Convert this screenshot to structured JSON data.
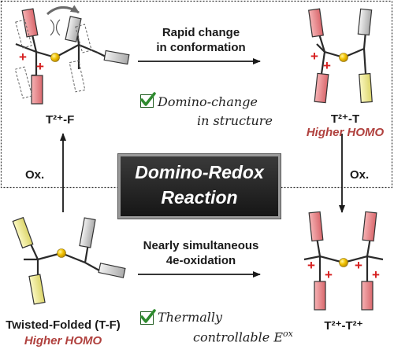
{
  "labels": {
    "top_arrow_line1": "Rapid change",
    "top_arrow_line2": "in conformation",
    "t2f": "T²⁺-F",
    "t2t": "T²⁺-T",
    "t2t_note": "Higher HOMO",
    "domino_note_line1": "Domino-change",
    "domino_note_line2": "in structure",
    "title_line1": "Domino-Redox",
    "title_line2": "Reaction",
    "ox_left": "Ox.",
    "ox_right": "Ox.",
    "bottom_arrow_line1": "Nearly simultaneous",
    "bottom_arrow_line2": "4e-oxidation",
    "tf": "Twisted-Folded (T-F)",
    "tf_note": "Higher HOMO",
    "thermal_line1": "Thermally",
    "thermal_line2": "controllable",
    "eox_symbol": "E",
    "eox_sup": "ox",
    "t2t2": "T²⁺-T²⁺",
    "charge": "+"
  },
  "colors": {
    "red_box": "#e8868a",
    "gray_box": "#cfcfcf",
    "yellow_box": "#f3ef8f",
    "sulfur": "#f2c200",
    "note_red": "#b0413e",
    "charge_red": "#d61e1e"
  }
}
